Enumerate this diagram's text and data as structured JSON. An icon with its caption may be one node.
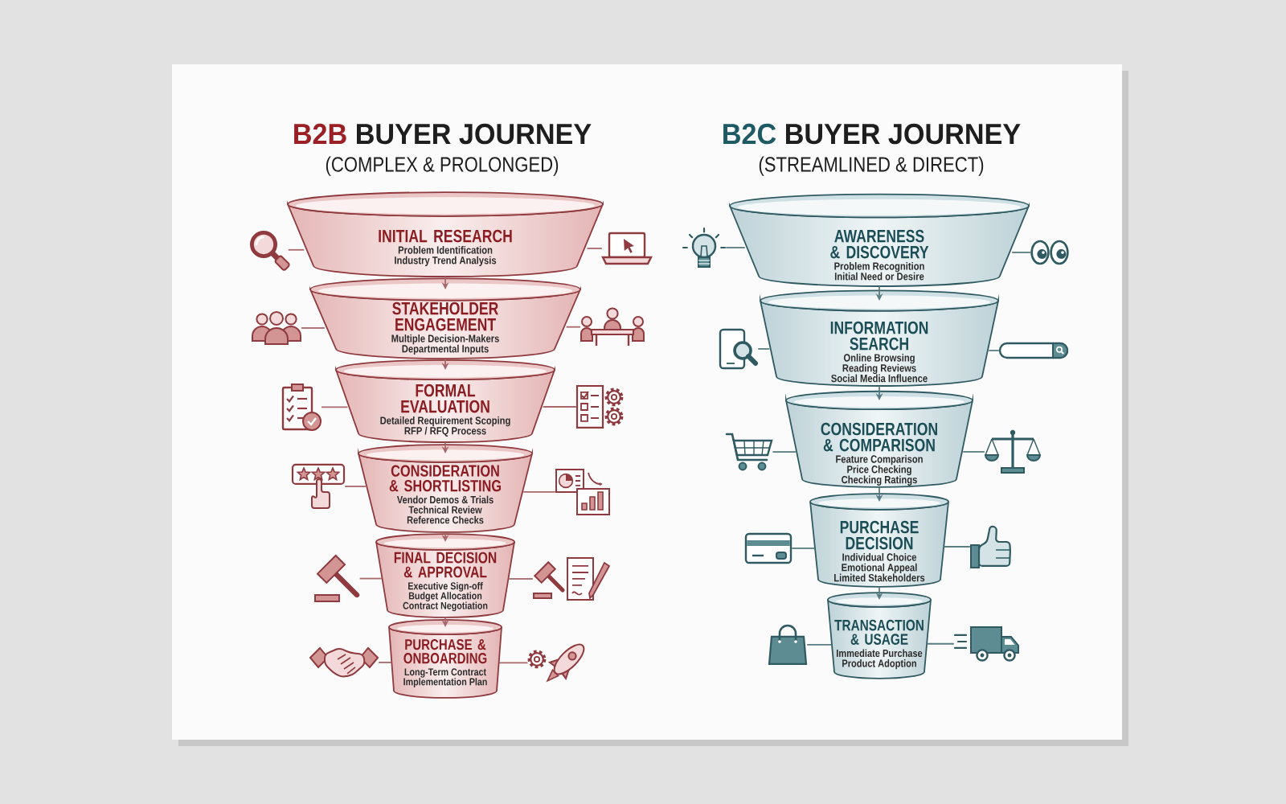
{
  "diagram": {
    "nodes": [
      {
        "text": [
          "INITIAL RESEARCH",
          "Problem Identification",
          "Industry Trend Analysis"
        ]
      },
      {
        "text": [
          "STAKEHOLDER ENGAGEMENT",
          "Multiple Decision-Makers",
          "Departmental Inputs"
        ]
      },
      {
        "text": [
          "FORMAL EVALUATION",
          "Detailed Requirement Scoping",
          "RFP / RFQ Process"
        ]
      },
      {
        "text": [
          "CONSIDERATION & SHORTLISTING",
          "Vendor Demos & Trials",
          "Technical Review",
          "Reference Checks"
        ]
      },
      {
        "text": [
          "FINAL DECISION & APPROVAL",
          "Executive Sign-off",
          "Budget Allocation",
          "Contract Negotiation"
        ]
      },
      {
        "text": [
          "PURCHASE & ONBOARDING",
          "Long-Term Contract",
          "Implementation Plan"
        ]
      },
      {
        "text": [
          "AWARENESS & DISCOVERY",
          "Problem Recognition",
          "Initial Need or Desire"
        ]
      },
      {
        "text": [
          "INFORMATION SEARCH",
          "Online Browsing",
          "Reading Reviews",
          "Social Media Influence"
        ]
      },
      {
        "text": [
          "CONSIDERATION & COMPARISON",
          "Feature Comparison",
          "Price Checking",
          "Checking Ratings"
        ]
      },
      {
        "text": [
          "PURCHASE DECISION",
          "Individual Choice",
          "Emotional Appeal",
          "Limited Stakeholders"
        ]
      },
      {
        "text": [
          "TRANSACTION & USAGE",
          "Immediate Purchase",
          "Product Adoption"
        ]
      },
      {
        "text": [],
        "shape": "picture"
      },
      {
        "text": [],
        "shape": "picture"
      },
      {
        "text": [],
        "shape": "picture"
      },
      {
        "text": [],
        "shape": "picture"
      },
      {
        "text": [],
        "shape": "picture"
      },
      {
        "text": [],
        "shape": "picture"
      },
      {
        "text": [],
        "shape": "picture"
      },
      {
        "text": [],
        "shape": "picture"
      },
      {
        "text": [],
        "shape": "picture"
      },
      {
        "text": [],
        "shape": "picture"
      },
      {
        "text": [],
        "shape": "picture"
      },
      {
        "text": [],
        "shape": "picture"
      },
      {
        "text": [],
        "shape": "picture"
      },
      {
        "text": [],
        "shape": "picture"
      },
      {
        "text": [],
        "shape": "picture"
      },
      {
        "text": [],
        "shape": "picture"
      },
      {
        "text": [],
        "shape": "picture"
      },
      {
        "text": [],
        "shape": "picture"
      },
      {
        "text": [],
        "shape": "picture"
      },
      {
        "text": [],
        "shape": "picture"
      },
      {
        "text": [],
        "shape": "picture"
      },
      {
        "text": [],
        "shape": "picture"
      }
    ],
    "edges": [
      {
        "from": 0,
        "to": 1,
        "arrow": "to"
      },
      {
        "from": 1,
        "to": 2,
        "arrow": "to"
      },
      {
        "from": 2,
        "to": 3,
        "arrow": "to"
      },
      {
        "from": 3,
        "to": 4,
        "arrow": "to"
      },
      {
        "from": 4,
        "to": 5,
        "arrow": "to"
      },
      {
        "from": 6,
        "to": 7,
        "arrow": "to",
        "color": "#5b7c82"
      },
      {
        "from": 7,
        "to": 8,
        "arrow": "to",
        "color": "#5b7c82"
      },
      {
        "from": 8,
        "to": 9,
        "arrow": "to",
        "color": "#5b7c82"
      },
      {
        "from": 9,
        "to": 10,
        "arrow": "to",
        "color": "#5b7c82"
      },
      {
        "from": 11,
        "to": 0,
        "arrow": "none"
      },
      {
        "from": 0,
        "to": 12,
        "arrow": "none"
      },
      {
        "from": 13,
        "to": 1,
        "arrow": "none"
      },
      {
        "from": 1,
        "to": 14,
        "arrow": "none"
      },
      {
        "from": 15,
        "to": 2,
        "arrow": "none"
      },
      {
        "from": 2,
        "to": 16,
        "arrow": "none"
      },
      {
        "from": 17,
        "to": 3,
        "arrow": "none"
      },
      {
        "from": 3,
        "to": 18,
        "arrow": "none"
      },
      {
        "from": 19,
        "to": 4,
        "arrow": "none"
      },
      {
        "from": 4,
        "to": 20,
        "arrow": "none"
      },
      {
        "from": 21,
        "to": 5,
        "arrow": "none"
      },
      {
        "from": 5,
        "to": 22,
        "arrow": "none"
      },
      {
        "from": 23,
        "to": 6,
        "arrow": "none",
        "color": "#5b7c82"
      },
      {
        "from": 6,
        "to": 24,
        "arrow": "none",
        "color": "#5b7c82"
      },
      {
        "from": 25,
        "to": 7,
        "arrow": "none",
        "color": "#5b7c82"
      },
      {
        "from": 7,
        "to": 26,
        "arrow": "none",
        "color": "#5b7c82"
      },
      {
        "from": 27,
        "to": 8,
        "arrow": "none",
        "color": "#5b7c82"
      },
      {
        "from": 8,
        "to": 28,
        "arrow": "none",
        "color": "#5b7c82"
      },
      {
        "from": 29,
        "to": 9,
        "arrow": "none",
        "color": "#5b7c82"
      },
      {
        "from": 9,
        "to": 30,
        "arrow": "none",
        "color": "#5b7c82"
      },
      {
        "from": 31,
        "to": 10,
        "arrow": "none",
        "color": "#5b7c82"
      },
      {
        "from": 10,
        "to": 32,
        "arrow": "none",
        "color": "#5b7c82"
      }
    ],
    "labels": [
      "B2B BUYER JOURNEY",
      "(COMPLEX & PROLONGED)",
      "B2C BUYER JOURNEY",
      "(STREAMLINED & DIRECT)"
    ]
  }
}
